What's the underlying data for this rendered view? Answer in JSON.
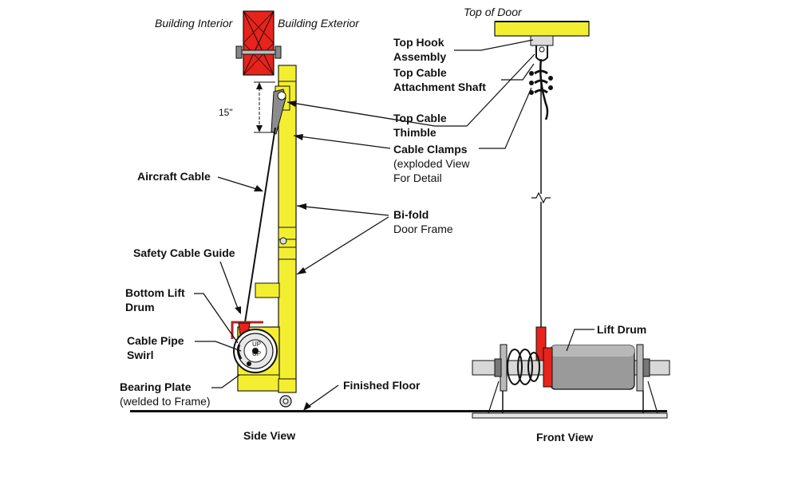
{
  "colors": {
    "frame_yellow": "#f4ee30",
    "red": "#e8231b",
    "gray_drum": "#9a9a9a",
    "line": "#111111"
  },
  "labels": {
    "building_interior": "Building Interior",
    "building_exterior": "Building Exterior",
    "top_of_door": "Top of Door",
    "dim_15": "15\"",
    "top_hook_1": "Top Hook",
    "top_hook_2": "Assembly",
    "top_cable_shaft_1": "Top Cable",
    "top_cable_shaft_2": "Attachment Shaft",
    "top_cable_thimble_1": "Top Cable",
    "top_cable_thimble_2": "Thimble",
    "cable_clamps_1": "Cable Clamps",
    "cable_clamps_2": "(exploded View",
    "cable_clamps_3": "For Detail",
    "aircraft_cable": "Aircraft Cable",
    "bifold_1": "Bi-fold",
    "bifold_2": "Door Frame",
    "safety_cable_guide": "Safety Cable Guide",
    "bottom_lift_1": "Bottom Lift",
    "bottom_lift_2": "Drum",
    "cable_pipe_1": "Cable Pipe",
    "cable_pipe_2": "Swirl",
    "bearing_plate_1": "Bearing Plate",
    "bearing_plate_2": "(welded to Frame)",
    "lift_drum": "Lift Drum",
    "finished_floor": "Finished Floor",
    "side_view": "Side View",
    "front_view": "Front View",
    "up_1": "UP",
    "up_2": "UP"
  }
}
